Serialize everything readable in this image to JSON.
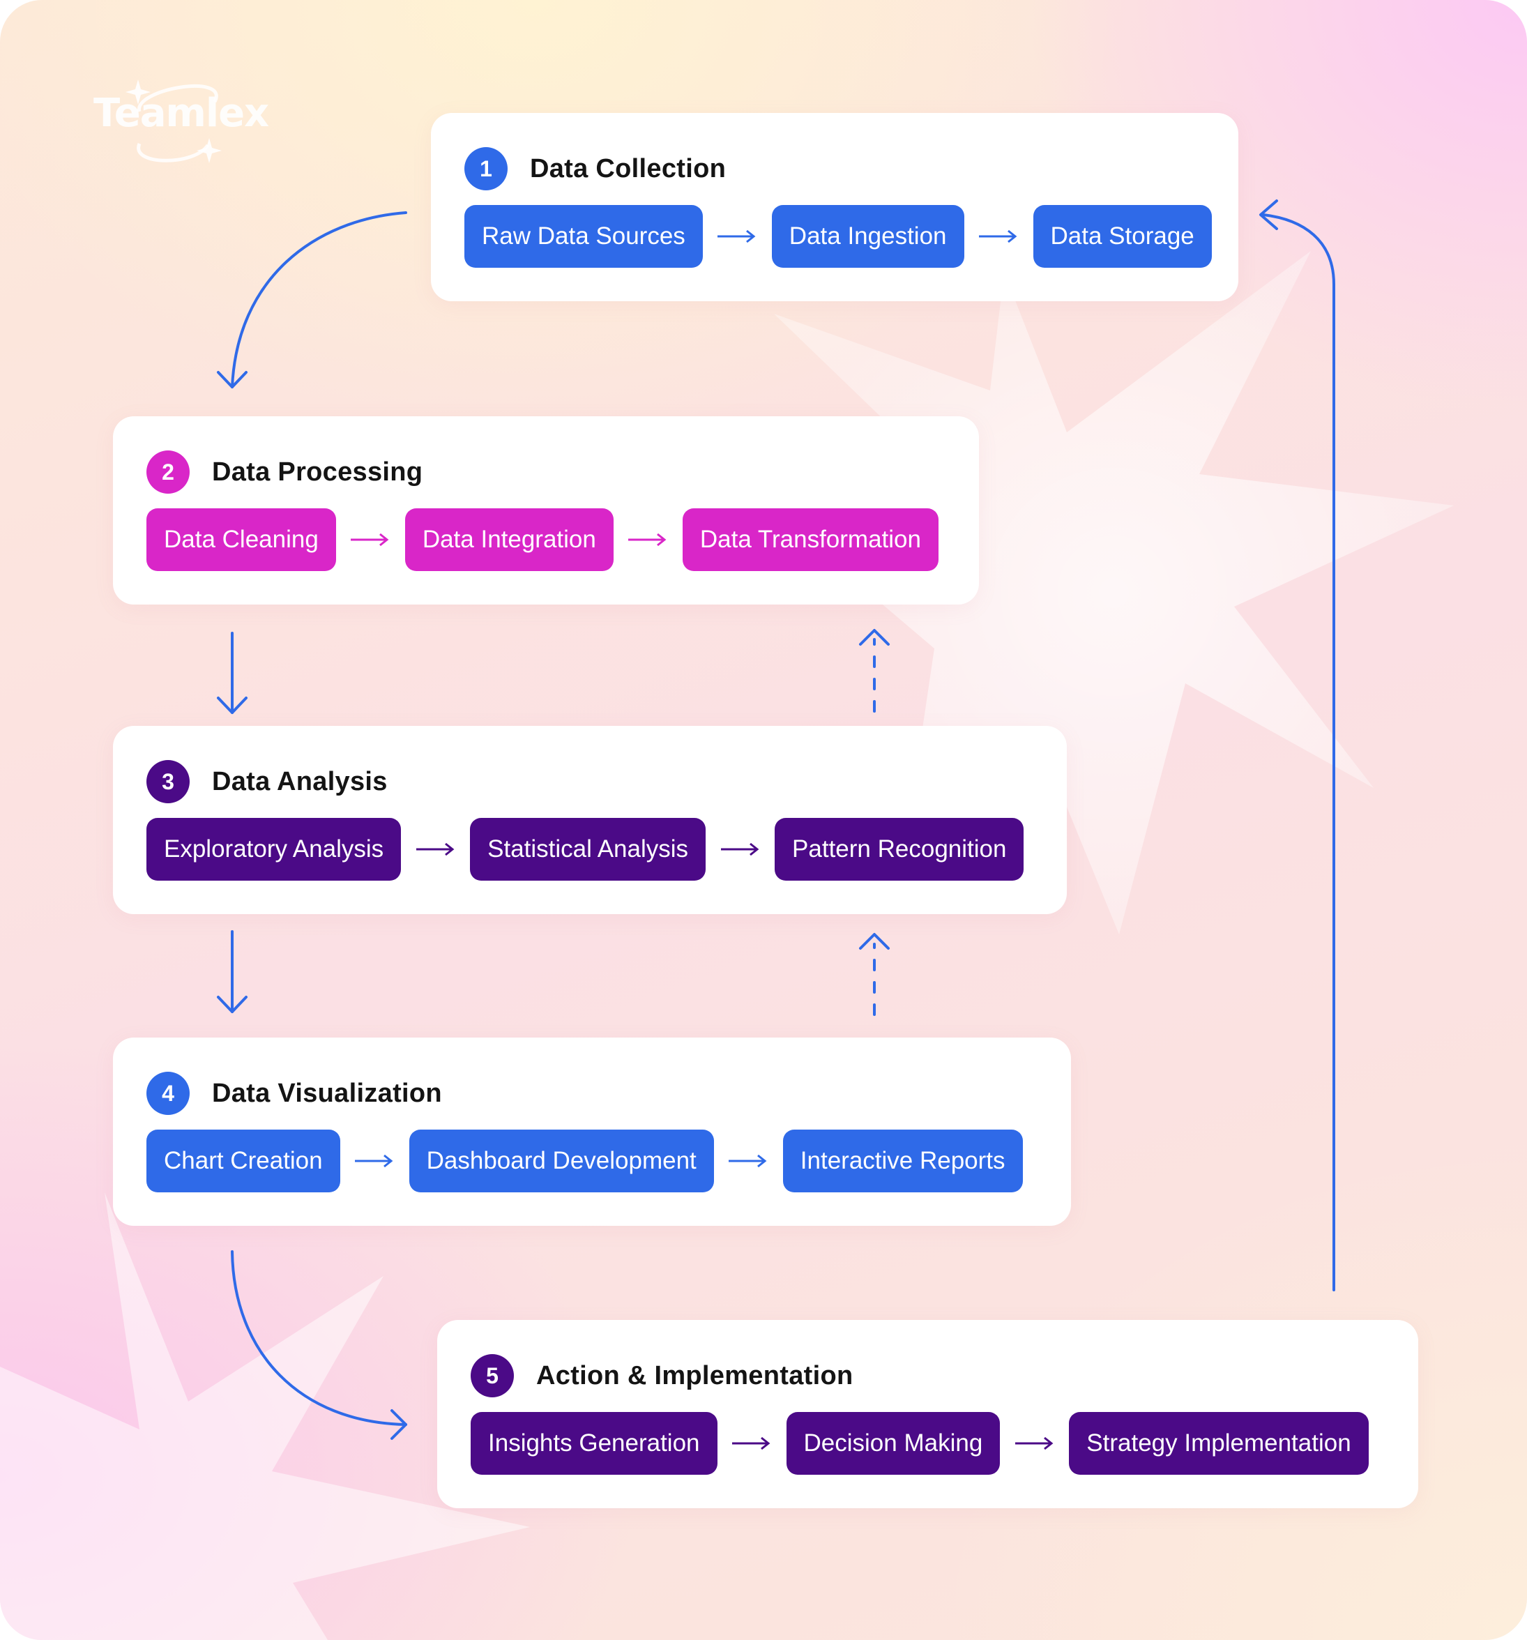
{
  "logo": {
    "text": "Teamlex"
  },
  "colors": {
    "blue": "#2f6ae8",
    "magenta": "#d926c8",
    "purple": "#4b0a87",
    "connector": "#2f6ae8"
  },
  "stages": [
    {
      "number": "1",
      "title": "Data Collection",
      "color": "blue",
      "steps": [
        "Raw Data Sources",
        "Data Ingestion",
        "Data Storage"
      ]
    },
    {
      "number": "2",
      "title": "Data Processing",
      "color": "magenta",
      "steps": [
        "Data Cleaning",
        "Data Integration",
        "Data Transformation"
      ]
    },
    {
      "number": "3",
      "title": "Data Analysis",
      "color": "purple",
      "steps": [
        "Exploratory Analysis",
        "Statistical Analysis",
        "Pattern Recognition"
      ]
    },
    {
      "number": "4",
      "title": "Data Visualization",
      "color": "blue",
      "steps": [
        "Chart Creation",
        "Dashboard Development",
        "Interactive Reports"
      ]
    },
    {
      "number": "5",
      "title": "Action & Implementation",
      "color": "purple",
      "steps": [
        "Insights Generation",
        "Decision Making",
        "Strategy Implementation"
      ]
    }
  ]
}
